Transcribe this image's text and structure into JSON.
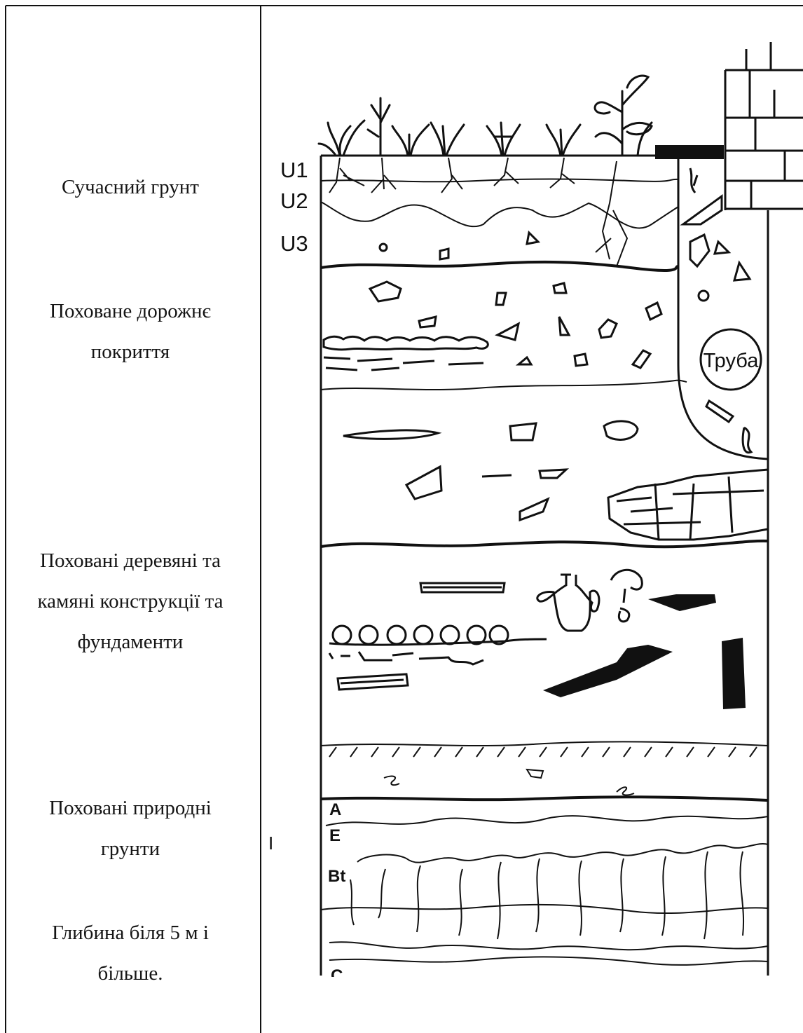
{
  "labels": {
    "modern_soil": "Сучасний грунт",
    "buried_road": [
      "Поховане дорожнє",
      "покриття"
    ],
    "buried_structures": [
      "Поховані деревяні та",
      "камяні конструкції та",
      "фундаменти"
    ],
    "buried_natural": [
      "Поховані природні",
      "грунти"
    ],
    "depth": [
      "Глибина біля 5 м і",
      "більше."
    ]
  },
  "horizons": {
    "u1": "U1",
    "u2": "U2",
    "u3": "U3",
    "a": "A",
    "e": "E",
    "bt": "Bt",
    "c": "C"
  },
  "pipe_label": "Труба",
  "stray_mark": "I",
  "colors": {
    "ink": "#111111",
    "background": "#ffffff"
  }
}
